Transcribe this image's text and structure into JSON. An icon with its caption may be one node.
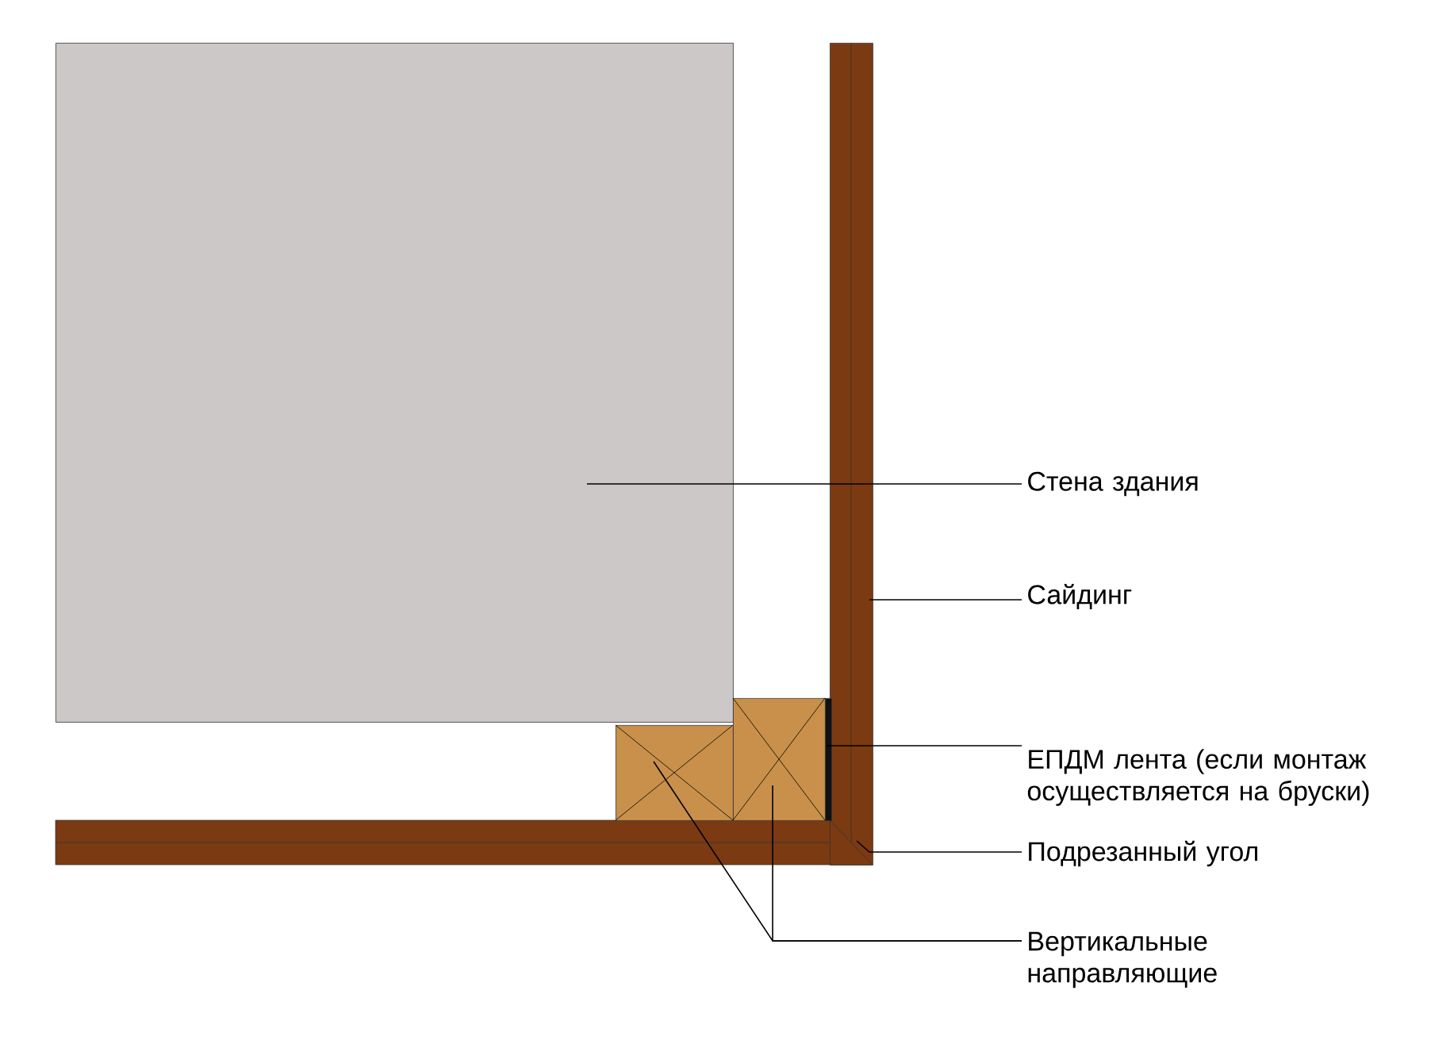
{
  "diagram": {
    "nodes": [
      {
        "text": [
          "Стена здания"
        ]
      },
      {
        "text": [],
        "shape": "box"
      },
      {
        "text": [
          "Сайдинг"
        ]
      },
      {
        "text": [],
        "shape": "bar"
      },
      {
        "text": [
          "ЕПДМ лента (если монтаж осуществляется на бруски)"
        ]
      },
      {
        "text": [],
        "shape": "bar"
      },
      {
        "text": [
          "Подрезанный угол"
        ]
      },
      {
        "text": [
          "Вертикальные направляющие"
        ]
      },
      {
        "text": [],
        "shape": "box"
      },
      {
        "text": [],
        "shape": "box"
      }
    ],
    "edges": [
      {
        "from": 0,
        "to": 1,
        "arrow": "none"
      },
      {
        "from": 2,
        "to": 3,
        "arrow": "none"
      },
      {
        "from": 4,
        "to": 5,
        "arrow": "none"
      },
      {
        "from": 6,
        "to": 3,
        "arrow": "none"
      },
      {
        "from": 7,
        "to": 8,
        "arrow": "none"
      },
      {
        "from": 7,
        "to": 9,
        "arrow": "none"
      }
    ]
  }
}
